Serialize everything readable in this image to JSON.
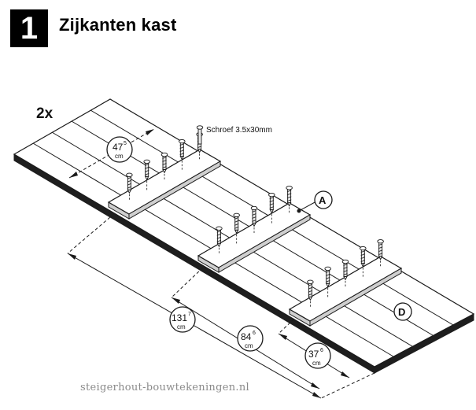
{
  "header": {
    "step_number": "1",
    "title": "Zijkanten kast"
  },
  "diagram": {
    "quantity_label": "2x",
    "screw_label": "Schroef 3.5x30mm",
    "callouts": {
      "a": "A",
      "d": "D"
    },
    "dimensions": {
      "width": {
        "value": "47",
        "sup": "5",
        "unit": "cm"
      },
      "total_length": {
        "value": "131",
        "sup": "7",
        "unit": "cm"
      },
      "middle_length": {
        "value": "84",
        "sup": "6",
        "unit": "cm"
      },
      "end_length": {
        "value": "37",
        "sup": "6",
        "unit": "cm"
      }
    }
  },
  "watermark": "steigerhout-bouwtekeningen.nl"
}
